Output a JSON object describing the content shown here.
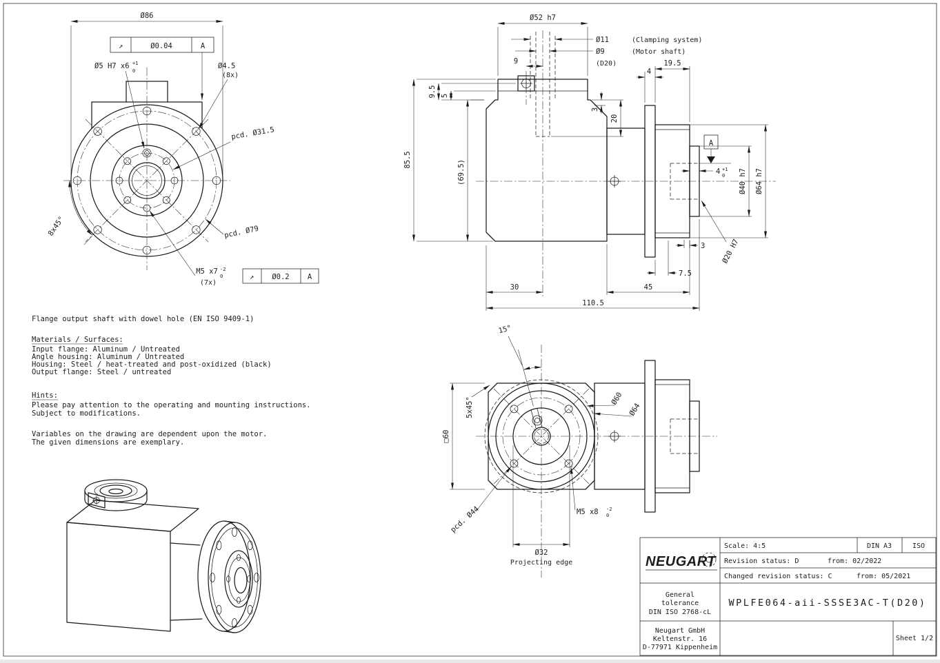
{
  "drawing": {
    "background": "#ffffff",
    "line_color": "#1c1c1c"
  },
  "front_view": {
    "dim_d86": "Ø86",
    "frame1_symbol": "↗",
    "frame1_value": "Ø0.04",
    "frame1_datum": "A",
    "dowel_label": "Ø5 H7 x6",
    "dowel_sup": "+1",
    "dowel_sub": "0",
    "holes_label": "Ø4.5",
    "holes_count": "(8x)",
    "pcd_inner": "pcd. Ø31.5",
    "pcd_outer": "pcd. Ø79",
    "hole_angle": "8x45°",
    "thread_label": "M5 x7",
    "thread_sup": "-2",
    "thread_sub": "0",
    "thread_count": "(7x)",
    "frame2_symbol": "↗",
    "frame2_value": "Ø0.2",
    "frame2_datum": "A"
  },
  "side_view": {
    "dim_d52": "Ø52 h7",
    "dim_d11": "Ø11",
    "d11_note": "(Clamping system)",
    "dim_d9": "Ø9",
    "d9_note": "(Motor shaft)",
    "d20_note": "(D20)",
    "dim_9": "9",
    "dim_9_5": "9.5",
    "dim_5": "5",
    "dim_85_5": "85.5",
    "dim_69_5": "(69.5)",
    "dim_3_top": "3",
    "dim_20": "20",
    "dim_4_top": "4",
    "dim_19_5": "19.5",
    "datum_label": "A",
    "dim_d40": "Ø40 h7",
    "dim_d64": "Ø64 h7",
    "dim_4_depth": "4",
    "dim_4_sup": "+1",
    "dim_4_sub": "0",
    "dim_3_chamfer": "3",
    "dim_7_5": "7.5",
    "dim_d20": "Ø20 H7",
    "dim_30": "30",
    "dim_45": "45",
    "dim_110_5": "110.5"
  },
  "bottom_view": {
    "dim_15deg": "15°",
    "dim_chamfer": "5x45°",
    "dim_sq60": "□60",
    "dim_d60": "Ø60",
    "dim_d64": "Ø64",
    "pcd_44": "pcd. Ø44",
    "thread_label": "M5 x8",
    "thread_sup": "-2",
    "thread_sub": "0",
    "dim_d32": "Ø32",
    "projecting_edge": "Projecting edge"
  },
  "notes": {
    "flange_note": "Flange output shaft with dowel hole (EN ISO 9409-1)",
    "materials_title": "Materials / Surfaces:",
    "materials_1": "Input flange: Aluminum / Untreated",
    "materials_2": "Angle housing: Aluminum / Untreated",
    "materials_3": "Housing: Steel / heat-treated and post-oxidized (black)",
    "materials_4": "Output flange: Steel / untreated",
    "hints_title": "Hints:",
    "hints_1": "Please pay attention to the operating and mounting instructions.",
    "hints_2": "Subject to modifications.",
    "variables_1": "Variables on the drawing are dependent upon the motor.",
    "variables_2": "The given dimensions are exemplary."
  },
  "title_block": {
    "brand": "NEUGART",
    "scale": "Scale: 4:5",
    "paper": "DIN A3",
    "projection": "ISO",
    "revision_label": "Revision status: D",
    "revision_from": "from: 02/2022",
    "changed_label": "Changed revision status: C",
    "changed_from": "from: 05/2021",
    "tolerance_1": "General",
    "tolerance_2": "tolerance",
    "tolerance_3": "DIN ISO 2768-cL",
    "part_number": "WPLFE064-aii-SSSE3AC-T(D20)",
    "company_1": "Neugart GmbH",
    "company_2": "Keltenstr. 16",
    "company_3": "D-77971 Kippenheim",
    "sheet": "Sheet 1/2"
  }
}
